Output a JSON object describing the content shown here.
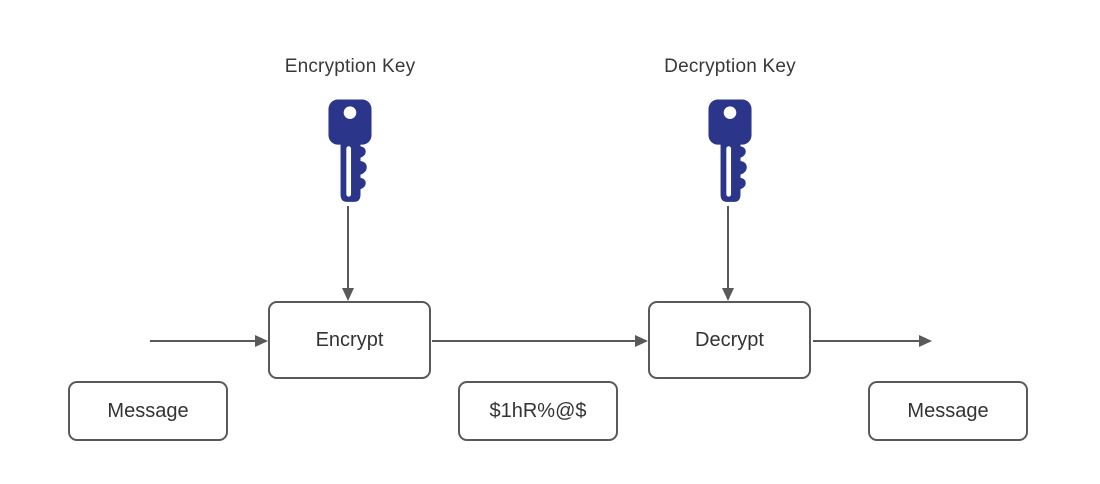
{
  "diagram": {
    "labels": {
      "encryption_key": "Encryption Key",
      "decryption_key": "Decryption Key"
    },
    "nodes": {
      "encrypt": "Encrypt",
      "decrypt": "Decrypt",
      "message_in": "Message",
      "ciphertext": "$1hR%@$",
      "message_out": "Message"
    },
    "icons": {
      "encryption_key_icon": "key-icon",
      "decryption_key_icon": "key-icon"
    },
    "colors": {
      "key_fill": "#2b3589",
      "stroke": "#595959",
      "text": "#333333",
      "background": "#ffffff"
    }
  }
}
